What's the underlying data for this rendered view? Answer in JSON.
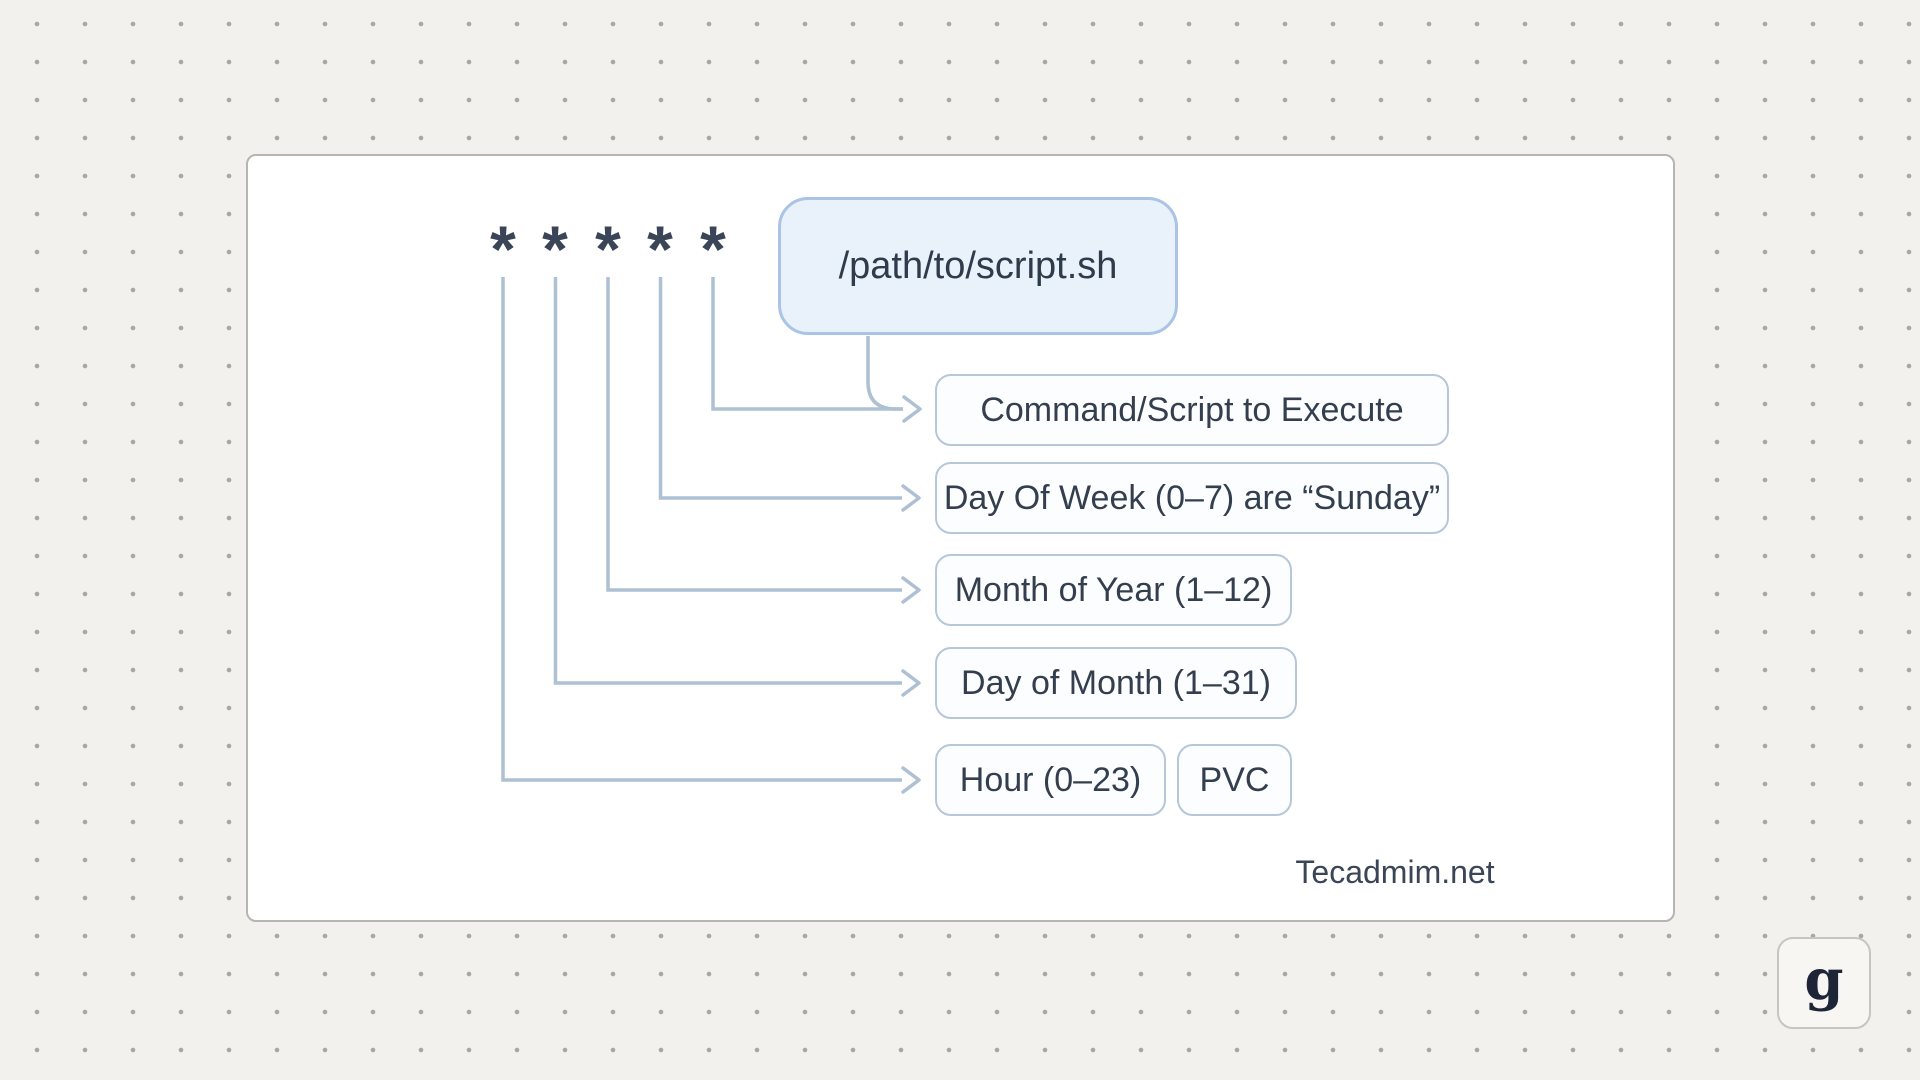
{
  "diagram": {
    "cron_fields": [
      "*",
      "*",
      "*",
      "*",
      "*"
    ],
    "script_box": {
      "label": "/path/to/script.sh"
    },
    "field_labels": {
      "command": "Command/Script to Execute",
      "day_of_week": "Day Of Week (0–7) are “Sunday”",
      "month_of_year": "Month of Year (1–12)",
      "day_of_month": "Day of Month (1–31)",
      "hour": "Hour (0–23)",
      "pvc": "PVC"
    },
    "credit": "Tecadmim.net"
  },
  "floating_button": {
    "label": "g"
  },
  "colors": {
    "canvas_background": "#f3f1ed",
    "dot_grid": "#a9a7a3",
    "card_background": "#ffffff",
    "card_border": "#b7b5b2",
    "connector_line": "#aec0d3",
    "label_box_border": "#b5c7d8",
    "label_box_fill": "#fcfdfe",
    "script_box_fill": "#e9f1fb",
    "script_box_border": "#a9c4e4",
    "text_dark": "#333e4e"
  }
}
